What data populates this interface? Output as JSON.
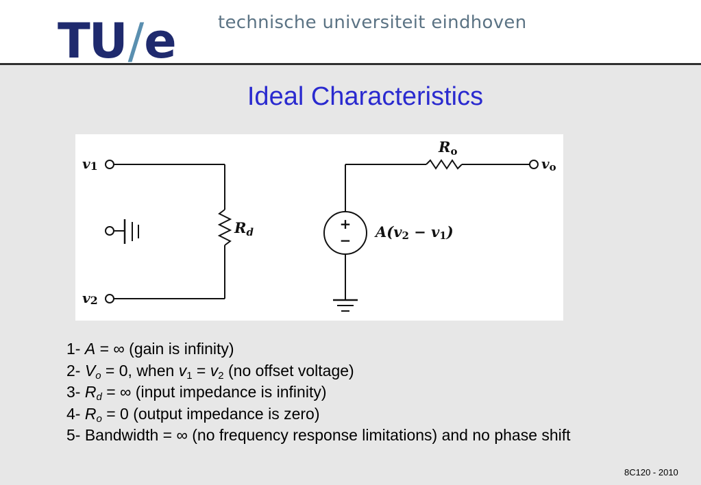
{
  "header": {
    "logo_tu": "TU",
    "logo_slash": "/",
    "logo_e": "e",
    "university": "technische universiteit eindhoven"
  },
  "slide": {
    "title": "Ideal Characteristics"
  },
  "diagram": {
    "v1": "v",
    "v1_sub": "1",
    "v2": "v",
    "v2_sub": "2",
    "vo": "v",
    "vo_sub": "o",
    "Rd": "R",
    "Rd_sub": "d",
    "Ro": "R",
    "Ro_sub": "o",
    "plus": "+",
    "minus": "−",
    "source_expr": "A(v",
    "source_sub2": "2",
    "source_mid": " − v",
    "source_sub1": "1",
    "source_close": ")"
  },
  "items": [
    {
      "num": "1- ",
      "sym": "A",
      "sub": "",
      "rest": " = ∞ (gain is infinity)"
    },
    {
      "num": "2- ",
      "sym": "V",
      "sub": "o",
      "rest": " = 0, when ",
      "sym2": "v",
      "sub2": "1",
      "mid": " = ",
      "sym3": "v",
      "sub3": "2",
      "tail": " (no offset voltage)"
    },
    {
      "num": "3- ",
      "sym": "R",
      "sub": "d",
      "rest": " = ∞ (input impedance is infinity)"
    },
    {
      "num": "4- ",
      "sym": "R",
      "sub": "o",
      "rest": " = 0 (output impedance is zero)"
    },
    {
      "num": "5- ",
      "text": "Bandwidth = ∞ (no frequency response limitations) and no phase shift"
    }
  ],
  "footer": {
    "course": "8C120 - 2010"
  }
}
